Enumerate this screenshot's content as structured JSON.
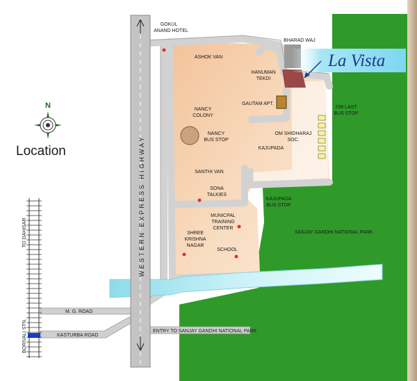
{
  "map": {
    "title": "Location",
    "compass_label": "N",
    "brand": "La Vista",
    "highway_label": "WESTERN EXPRESS HIGHWAY",
    "roads": {
      "mg_road": "M. G. ROAD",
      "kasturba_road": "KASTURBA ROAD",
      "to_dahisar": "TO DAHISAR",
      "borivali_stn": "BORIVALI STN.",
      "entry": "ENTRY TO SANJAY GANDHI NATIONAL PARK"
    },
    "places": {
      "gokul_1": "GOKUL",
      "gokul_2": "ANAND HOTEL",
      "ashok_van": "ASHOK VAN",
      "bharad_waj": "BHARAD WAJ",
      "hanuman_1": "HANUMAN",
      "hanuman_2": "TEKDI",
      "gautam_apt": "GAUTAM APT.",
      "bus299_1": "299 LAST",
      "bus299_2": "BUS STOP",
      "nancy_colony_1": "NANCY",
      "nancy_colony_2": "COLONY",
      "nancy_bus_1": "NANCY",
      "nancy_bus_2": "BUS STOP",
      "om_1": "OM SHIDHARAJ",
      "om_2": "SOC.",
      "kajupada": "KAJUPADA",
      "santhi_van": "SANTHI VAN",
      "sona_1": "SONA",
      "sona_2": "TALKIES",
      "kaju_bus_1": "KAJUPADA",
      "kaju_bus_2": "BUS STOP",
      "sgnp": "SANJAY GANDHI NATIONAL PARK",
      "muni_1": "MUNICPAL",
      "muni_2": "TRAINING",
      "muni_3": "CENTER",
      "shree_1": "SHREE",
      "shree_2": "KRISHNA",
      "shree_3": "NAGAR",
      "school": "SCHOOL"
    },
    "colors": {
      "park_green": "#2f9a2a",
      "residential": "#f7d0ad",
      "road": "#d6d6d6",
      "highway": "#c4c4c4",
      "river": "#bfeff5",
      "building_maroon": "#9a4848",
      "marker_red": "#e03030",
      "station_blue": "#1a3ad0"
    }
  }
}
